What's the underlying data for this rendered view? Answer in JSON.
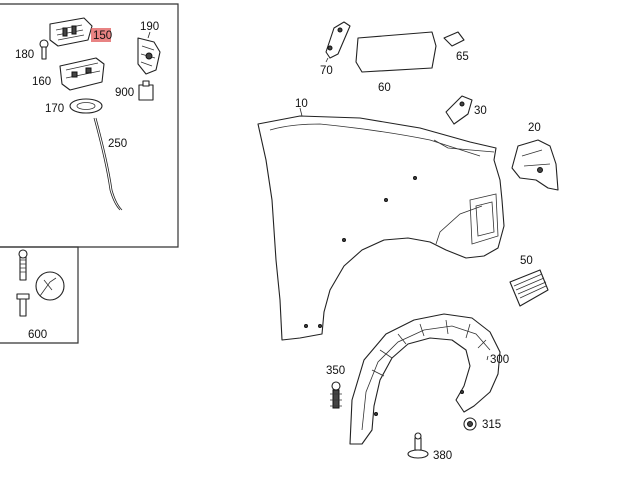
{
  "diagram": {
    "highlight_color": "#e05a5a",
    "callouts": {
      "c150": "150",
      "c190": "190",
      "c180": "180",
      "c160": "160",
      "c900": "900",
      "c170": "170",
      "c250": "250",
      "c600": "600",
      "c70": "70",
      "c65": "65",
      "c60": "60",
      "c10": "10",
      "c30": "30",
      "c20": "20",
      "c50": "50",
      "c350": "350",
      "c300": "300",
      "c315": "315",
      "c380": "380"
    },
    "icons": {
      "tool_symbol": "wrench-socket-icon"
    }
  }
}
